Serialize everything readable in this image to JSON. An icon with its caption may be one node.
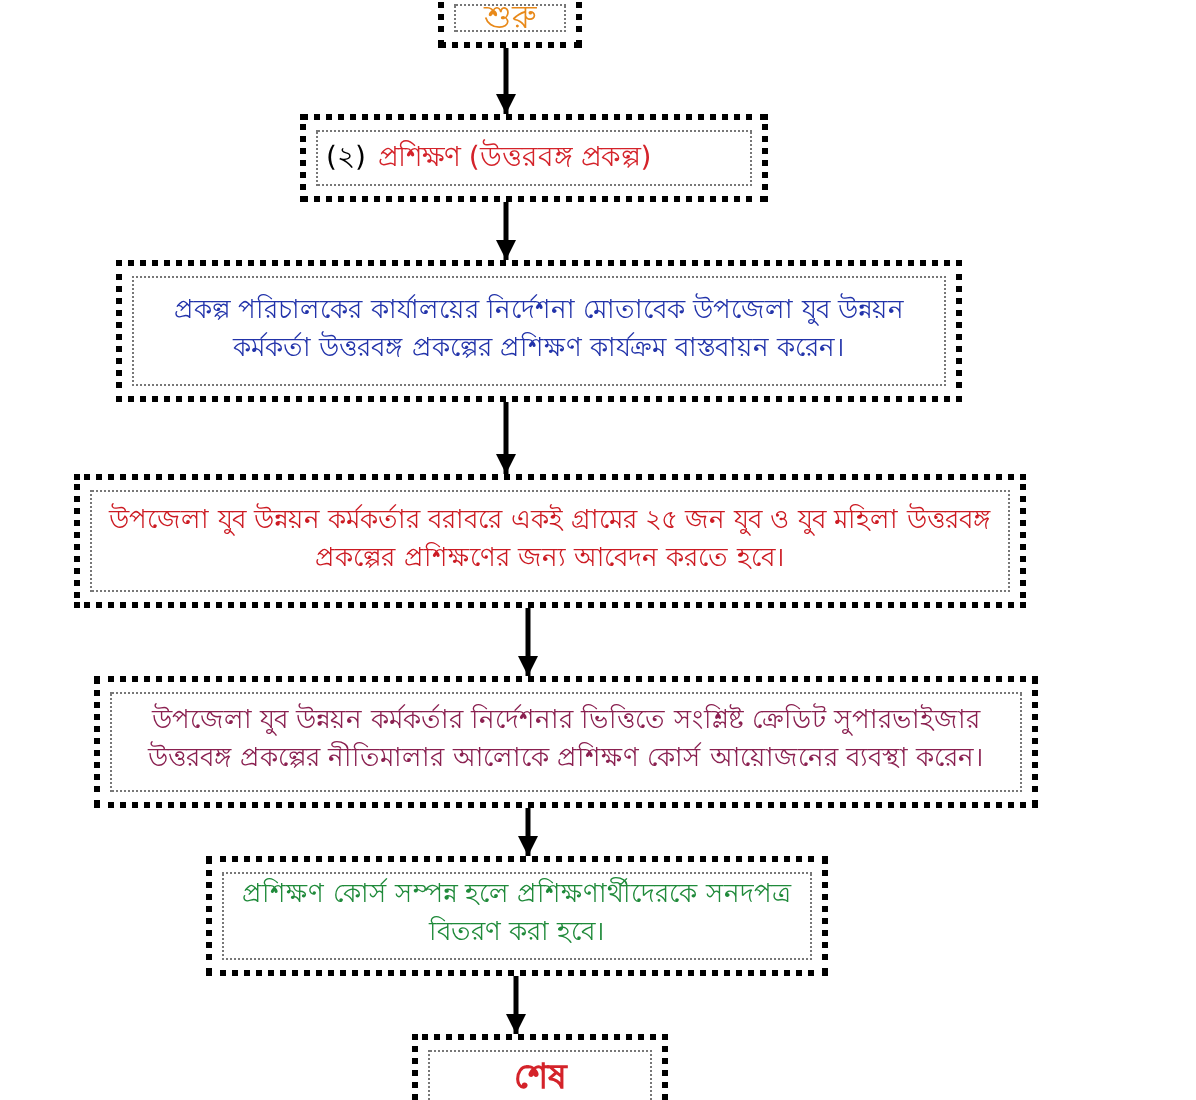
{
  "diagram": {
    "nodes": [
      {
        "text": [
          "শুরু"
        ]
      },
      {
        "text": [
          "(২)",
          "প্রশিক্ষণ (উত্তরবঙ্গ প্রকল্প)"
        ]
      },
      {
        "text": [
          "প্রকল্প পরিচালকের কার্যালয়ের নির্দেশনা মোতাবেক উপজেলা যুব উন্নয়ন কর্মকর্তা উত্তরবঙ্গ প্রকল্পের প্রশিক্ষণ কার্যক্রম বাস্তবায়ন করেন।"
        ]
      },
      {
        "text": [
          "উপজেলা যুব উন্নয়ন কর্মকর্তার বরাবরে একই গ্রামের ২৫ জন যুব ও যুব মহিলা উত্তরবঙ্গ প্রকল্পের প্রশিক্ষণের জন্য আবেদন করতে হবে।"
        ]
      },
      {
        "text": [
          "উপজেলা যুব উন্নয়ন কর্মকর্তার নির্দেশনার ভিত্তিতে সংশ্লিষ্ট ক্রেডিট সুপারভাইজার উত্তরবঙ্গ প্রকল্পের নীতিমালার আলোকে প্রশিক্ষণ কোর্স আয়োজনের ব্যবস্থা করেন।"
        ]
      },
      {
        "text": [
          "প্রশিক্ষণ কোর্স সম্পন্ন হলে প্রশিক্ষণার্থীদেরকে সনদপত্র বিতরণ করা হবে।"
        ]
      },
      {
        "text": [
          "শেষ"
        ]
      }
    ],
    "edges": [
      {
        "from": 0,
        "to": 1,
        "arrow": "to"
      },
      {
        "from": 1,
        "to": 2,
        "arrow": "to"
      },
      {
        "from": 2,
        "to": 3,
        "arrow": "to"
      },
      {
        "from": 3,
        "to": 4,
        "arrow": "to"
      },
      {
        "from": 4,
        "to": 5,
        "arrow": "to"
      },
      {
        "from": 5,
        "to": 6,
        "arrow": "to"
      }
    ]
  }
}
